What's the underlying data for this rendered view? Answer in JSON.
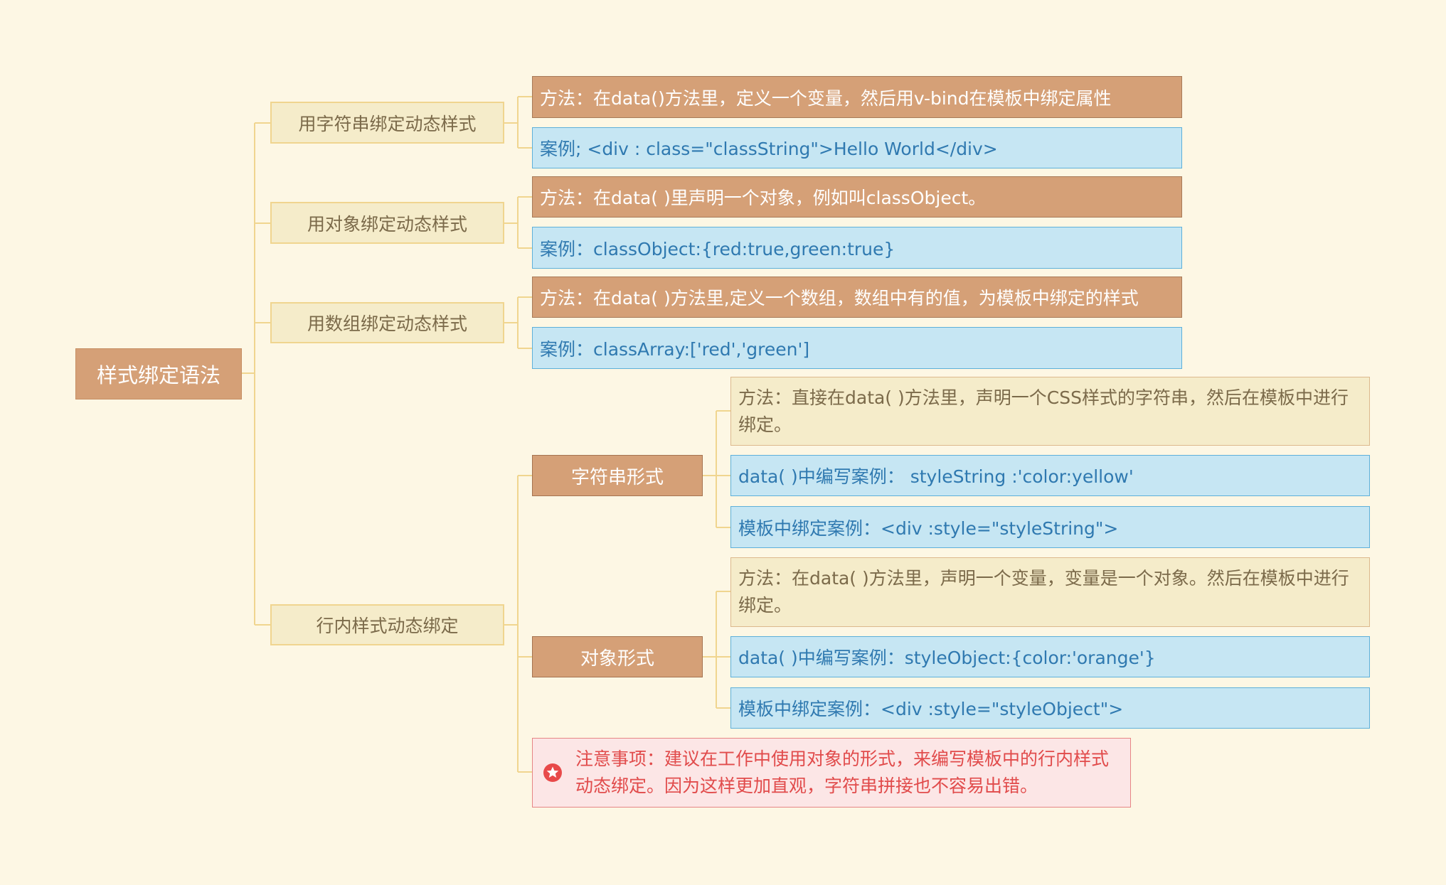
{
  "root": {
    "label": "样式绑定语法"
  },
  "branches": {
    "string_binding": {
      "label": "用字符串绑定动态样式",
      "method": "方法：在data()方法里，定义一个变量，然后用v-bind在模板中绑定属性",
      "example": "案例; <div : class=\"classString\">Hello World</div>"
    },
    "object_binding": {
      "label": "用对象绑定动态样式",
      "method": "方法：在data( )里声明一个对象，例如叫classObject。",
      "example": "案例：classObject:{red:true,green:true}"
    },
    "array_binding": {
      "label": "用数组绑定动态样式",
      "method": "方法：在data( )方法里,定义一个数组，数组中有的值，为模板中绑定的样式",
      "example": "案例：classArray:['red','green']"
    },
    "inline_binding": {
      "label": "行内样式动态绑定",
      "string_form": {
        "label": "字符串形式",
        "method": "方法：直接在data( )方法里，声明一个CSS样式的字符串，然后在模板中进行绑定。",
        "data_example": "data( )中编写案例： styleString :'color:yellow'",
        "template_example": "模板中绑定案例：<div :style=\"styleString\">"
      },
      "object_form": {
        "label": "对象形式",
        "method": "方法：在data( )方法里，声明一个变量，变量是一个对象。然后在模板中进行绑定。",
        "data_example": "data(  )中编写案例：styleObject:{color:'orange'}",
        "template_example": "模板中绑定案例：<div :style=\"styleObject\">"
      },
      "note": {
        "text": "注意事项：建议在工作中使用对象的形式，来编写模板中的行内样式动态绑定。因为这样更加直观，字符串拼接也不容易出错。",
        "icon": "star-badge-icon"
      }
    }
  },
  "colors": {
    "background": "#fdf7e4",
    "root_fill": "#d5a077",
    "topic_fill": "#f5ecca",
    "topic_border": "#f0d58f",
    "example_fill": "#c6e6f3",
    "example_text": "#2f79b0",
    "note_fill": "#fce6e6",
    "note_text": "#e14b4b",
    "connector": "#f0d58f"
  }
}
